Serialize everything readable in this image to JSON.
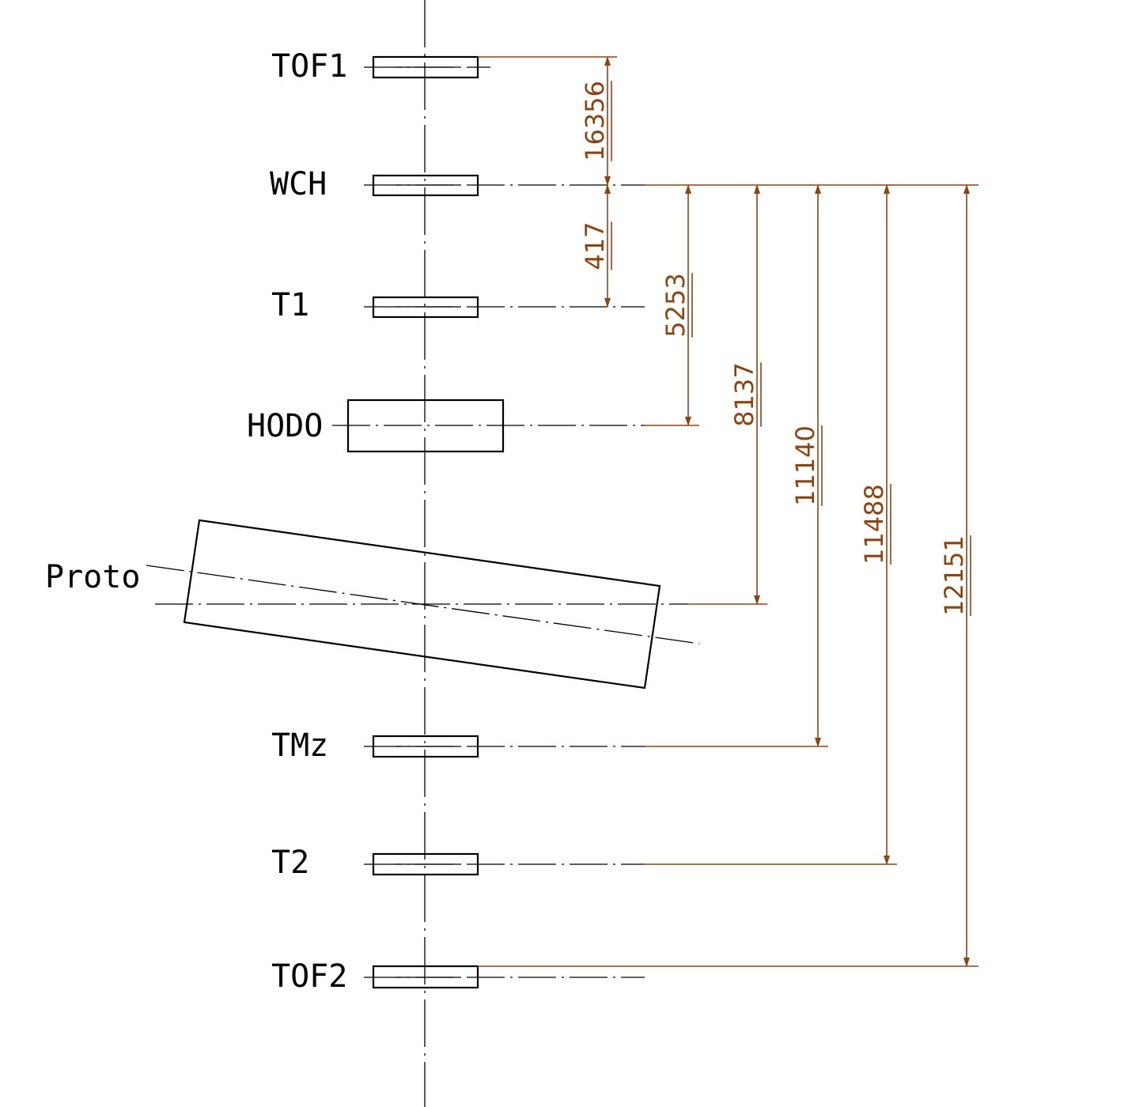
{
  "labels": {
    "tof1": "TOF1",
    "wch": "WCH",
    "t1": "T1",
    "hodo": "HODO",
    "proto": "Proto",
    "tmz": "TMz",
    "t2": "T2",
    "tof2": "TOF2"
  },
  "dimensions": {
    "tof1_wch": "16356",
    "wch_t1": "417",
    "wch_hodo": "5253",
    "wch_proto": "8137",
    "wch_tmz": "11140",
    "wch_t2": "11488",
    "wch_tof2": "12151"
  },
  "colors": {
    "dimension": "#8B4513",
    "outline": "#000000"
  }
}
